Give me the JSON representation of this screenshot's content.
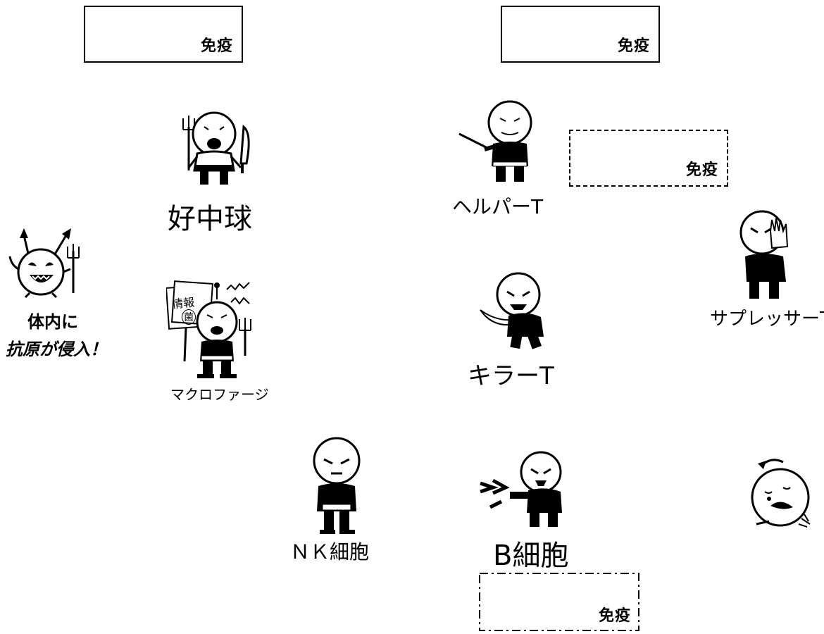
{
  "boxes": {
    "immune_box_1": "免疫",
    "immune_box_2": "免疫",
    "immune_box_3": "免疫",
    "immune_box_4": "免疫"
  },
  "antigen": {
    "line1": "体内に",
    "line2": "抗原が侵入！"
  },
  "cells": {
    "neutrophil": "好中球",
    "macrophage": "マクロファージ",
    "nk_cell": "ＮＫ細胞",
    "helper_t": "ヘルパーT",
    "killer_t": "キラーT",
    "suppressor_t": "サプレッサーT",
    "b_cell": "B細胞"
  },
  "signs": {
    "macrophage_sign_line1": "情報",
    "macrophage_sign_line2": "菌"
  }
}
